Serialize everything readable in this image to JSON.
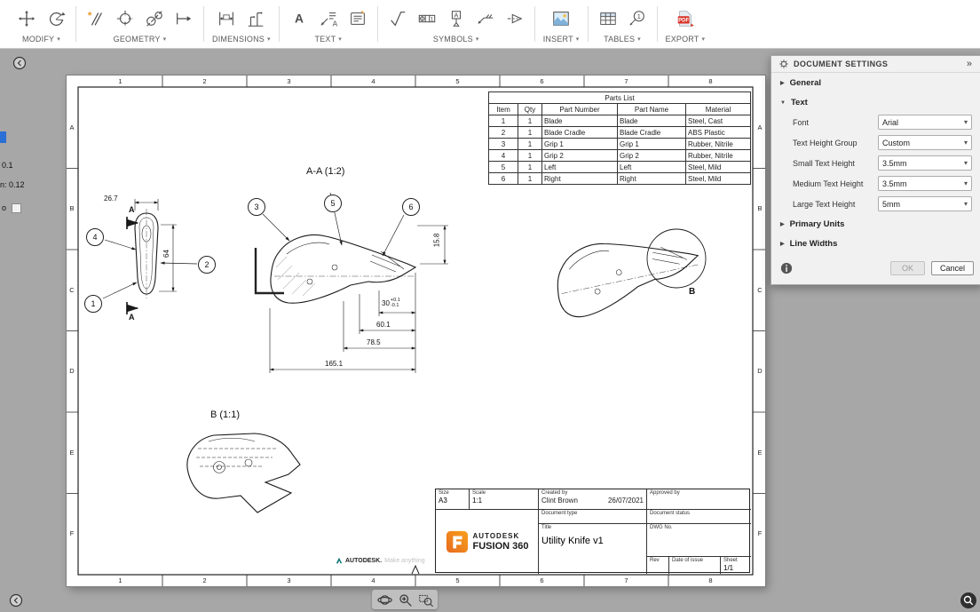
{
  "toolbar": {
    "groups": [
      {
        "label": "MODIFY"
      },
      {
        "label": "GEOMETRY"
      },
      {
        "label": "DIMENSIONS"
      },
      {
        "label": "TEXT"
      },
      {
        "label": "SYMBOLS"
      },
      {
        "label": "INSERT"
      },
      {
        "label": "TABLES"
      },
      {
        "label": "EXPORT"
      }
    ]
  },
  "panel": {
    "title": "DOCUMENT SETTINGS",
    "collapse_icon": "»",
    "sections": {
      "general": "General",
      "text": "Text",
      "primary_units": "Primary Units",
      "line_widths": "Line Widths"
    },
    "fields": [
      {
        "label": "Font",
        "value": "Arial"
      },
      {
        "label": "Text Height Group",
        "value": "Custom"
      },
      {
        "label": "Small Text Height",
        "value": "3.5mm"
      },
      {
        "label": "Medium Text Height",
        "value": "3.5mm"
      },
      {
        "label": "Large Text Height",
        "value": "5mm"
      }
    ],
    "ok_label": "OK",
    "cancel_label": "Cancel"
  },
  "sheet": {
    "ruler_cols": [
      "1",
      "2",
      "3",
      "4",
      "5",
      "6",
      "7",
      "8"
    ],
    "ruler_rows": [
      "A",
      "B",
      "C",
      "D",
      "E",
      "F"
    ],
    "parts_list": {
      "title": "Parts List",
      "headers": [
        "Item",
        "Qty",
        "Part Number",
        "Part Name",
        "Material"
      ],
      "rows": [
        [
          "1",
          "1",
          "Blade",
          "Blade",
          "Steel, Cast"
        ],
        [
          "2",
          "1",
          "Blade Cradle",
          "Blade Cradle",
          "ABS Plastic"
        ],
        [
          "3",
          "1",
          "Grip 1",
          "Grip 1",
          "Rubber, Nitrile"
        ],
        [
          "4",
          "1",
          "Grip 2",
          "Grip 2",
          "Rubber, Nitrile"
        ],
        [
          "5",
          "1",
          "Left",
          "Left",
          "Steel, Mild"
        ],
        [
          "6",
          "1",
          "Right",
          "Right",
          "Steel, Mild"
        ]
      ]
    },
    "labels": {
      "section_view": "A-A (1:2)",
      "detail_view": "B (1:1)",
      "detail_circle": "B",
      "section_marker": "A"
    },
    "balloons": [
      "1",
      "2",
      "3",
      "4",
      "5",
      "6"
    ],
    "dims": {
      "width_front": "26.7",
      "height_front": "64",
      "blade_height": "15.8",
      "tol_base": "30",
      "tol_plus": "+0.1",
      "tol_minus": "-0.1",
      "len_60": "60.1",
      "len_78": "78.5",
      "len_165": "165.1"
    },
    "title_block": {
      "size_label": "Size",
      "size_value": "A3",
      "scale_label": "Scale",
      "scale_value": "1:1",
      "created_by_label": "Created by",
      "created_by_value": "Clint Brown",
      "created_date": "26/07/2021",
      "approved_by_label": "Approved by",
      "document_type_label": "Document type",
      "document_status_label": "Document status",
      "title_label": "Title",
      "title_value": "Utility Knife v1",
      "dwg_label": "DWG No.",
      "rev_label": "Rev",
      "date_of_issue_label": "Date of issue",
      "sheet_label": "Sheet",
      "sheet_value": "1/1",
      "brand_name": "AUTODESK",
      "brand_product": "FUSION 360"
    },
    "watermark": {
      "brand": "AUTODESK.",
      "tagline": "Make anything"
    }
  },
  "left_fragments": {
    "f1": "0.1",
    "f2": "n: 0.12",
    "f3": "o"
  },
  "colors": {
    "accent_blue": "#2a6fd6",
    "pdf_red": "#d93025",
    "fusion_orange": "#f6891f"
  }
}
